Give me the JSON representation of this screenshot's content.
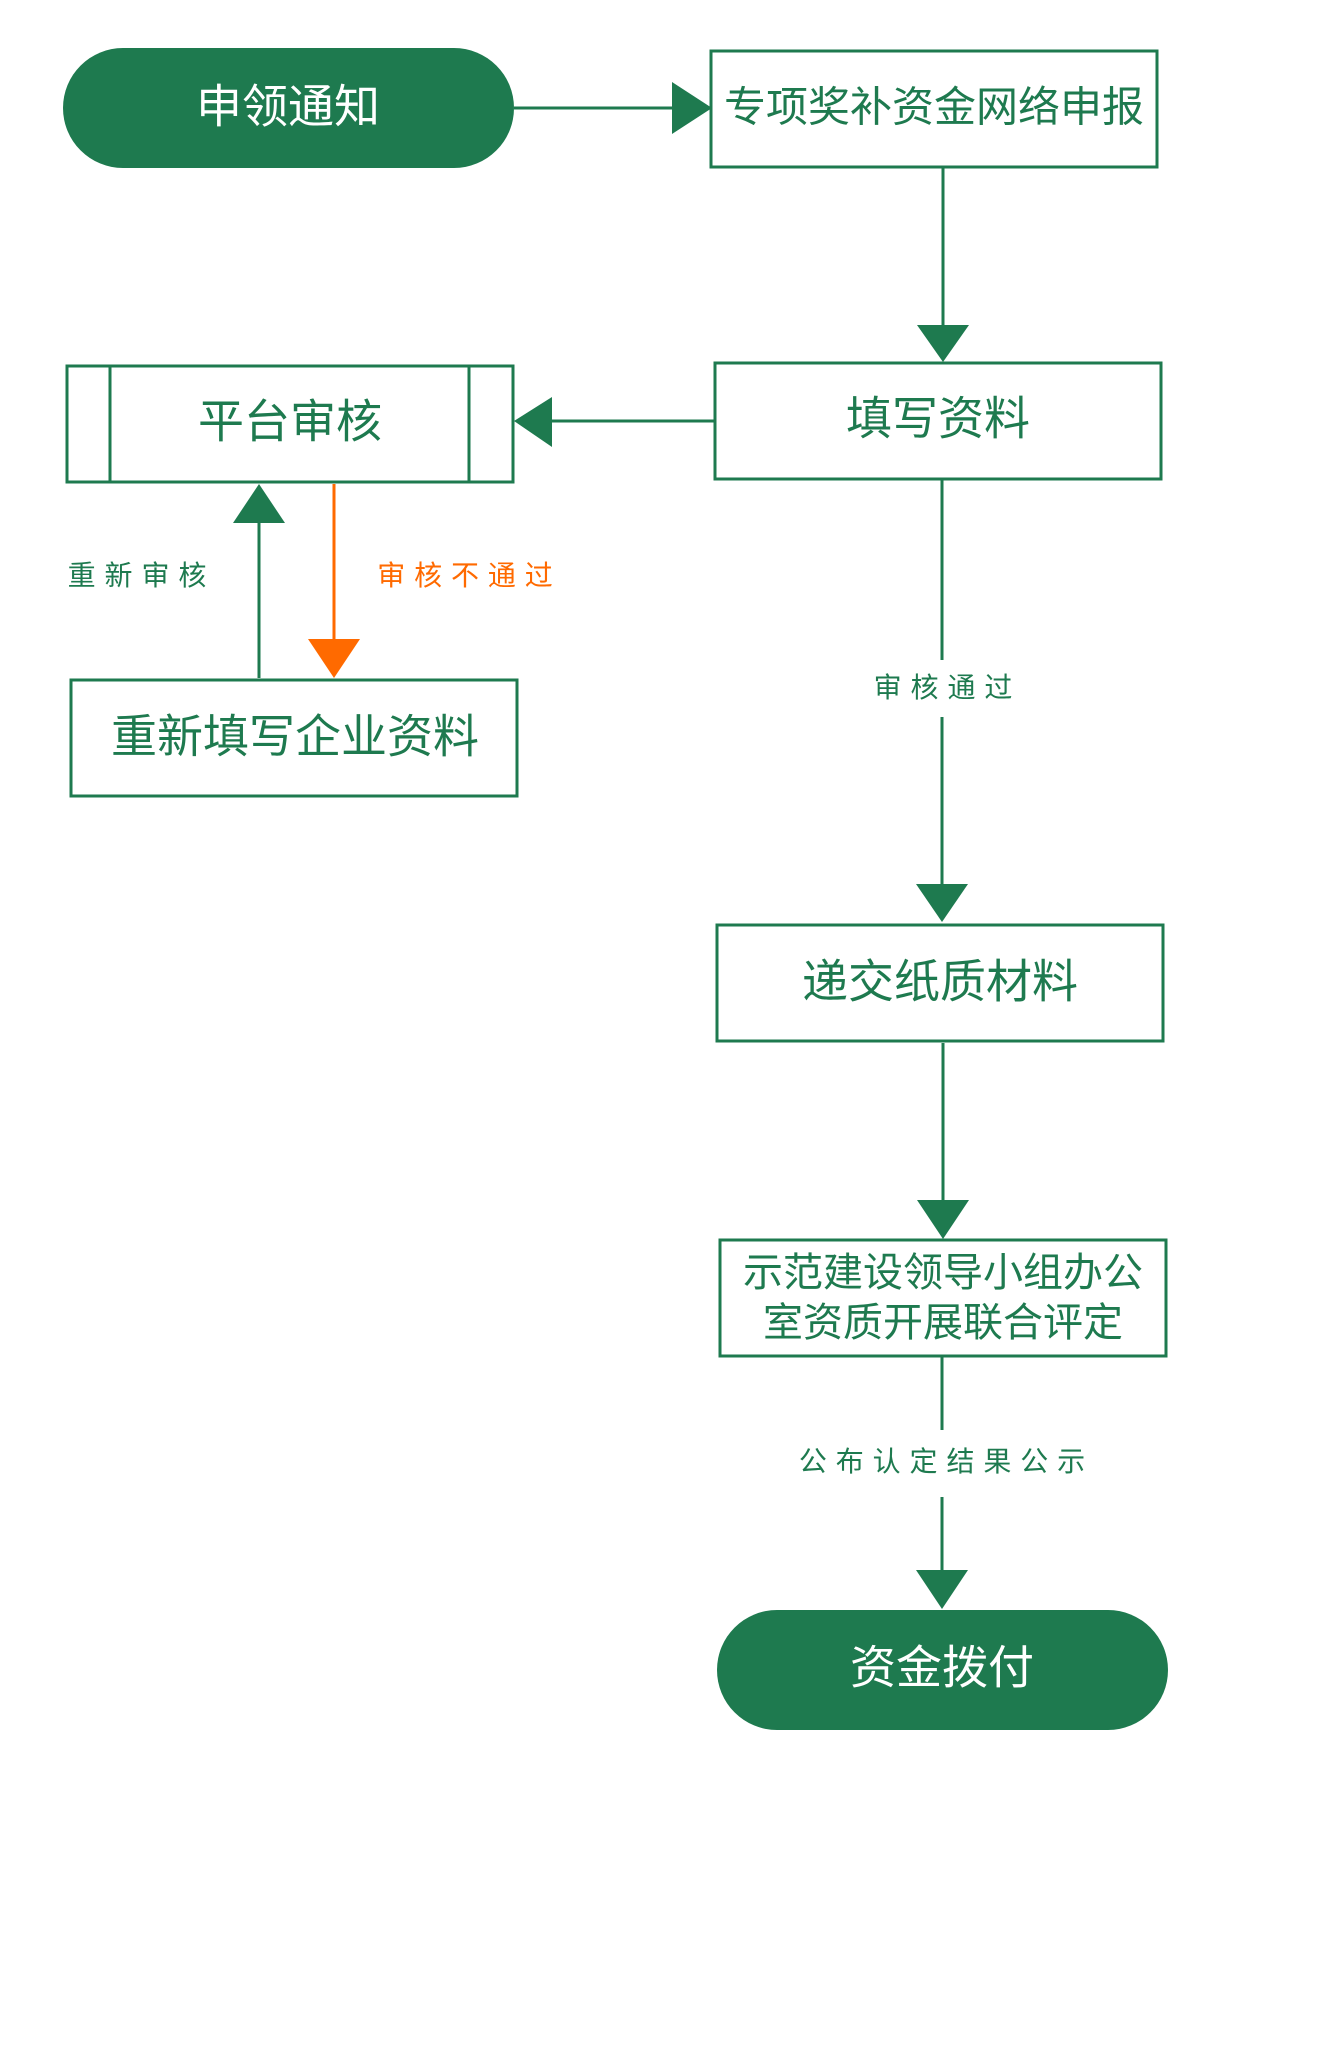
{
  "colors": {
    "primary": "#1e7a4f",
    "reject": "#ff6a00",
    "background": "#ffffff",
    "terminal_text": "#ffffff"
  },
  "nodes": {
    "start": "申领通知",
    "online_application": "专项奖补资金网络申报",
    "platform_review": "平台审核",
    "fill_info": "填写资料",
    "refill_info": "重新填写企业资料",
    "submit_paper": "递交纸质材料",
    "joint_assessment_line1": "示范建设领导小组办公",
    "joint_assessment_line2": "室资质开展联合评定",
    "end": "资金拨付"
  },
  "edge_labels": {
    "re_review": "重 新 审 核",
    "review_failed": "审 核 不 通 过",
    "review_passed": "审 核 通 过",
    "publish_result": "公 布 认 定 结 果 公 示"
  }
}
